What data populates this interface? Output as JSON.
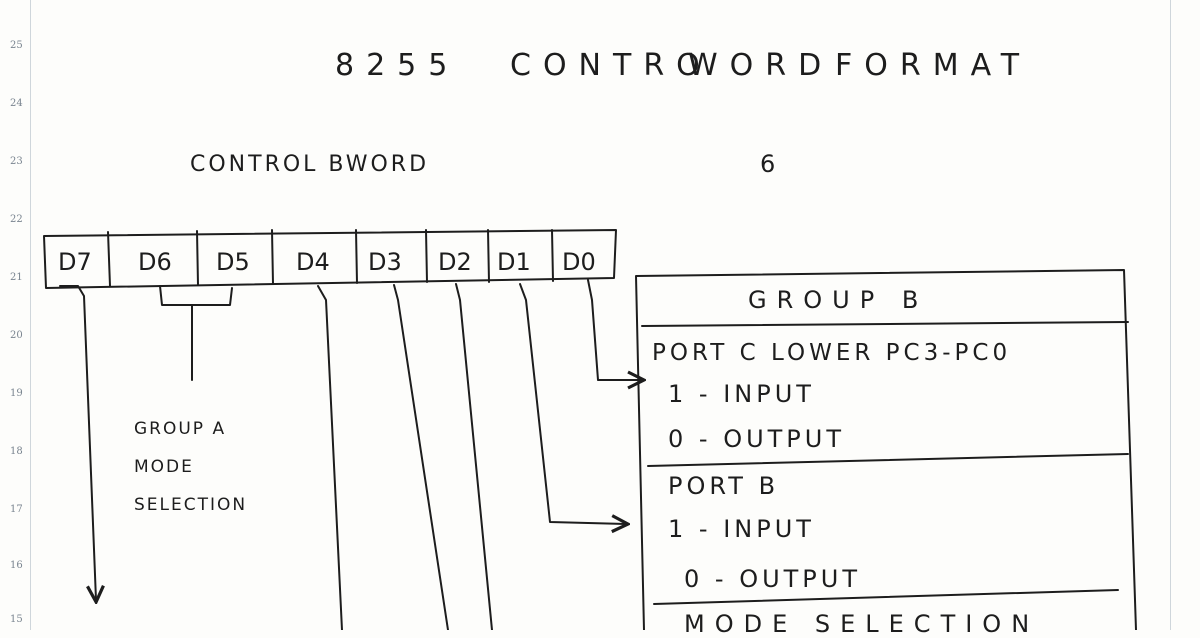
{
  "line_numbers": [
    "25",
    "24",
    "23",
    "22",
    "21",
    "20",
    "19",
    "18",
    "17",
    "16",
    "15"
  ],
  "heading": {
    "num": "8255",
    "w1": "CONTRO",
    "w2": "WORD",
    "w3": "FORMAT"
  },
  "control_word_label": "CONTROL BWORD",
  "page_mark": "6",
  "bits": [
    "D7",
    "D6",
    "D5",
    "D4",
    "D3",
    "D2",
    "D1",
    "D0"
  ],
  "group_a": {
    "line1": "GROUP A",
    "line2": "MODE",
    "line3": "SELECTION"
  },
  "group_b_box": {
    "title": "GROUP B",
    "port_c_lower": {
      "heading": "PORT C LOWER PC3-PC0",
      "opt1": "1 - INPUT",
      "opt0": "0 - OUTPUT"
    },
    "port_b": {
      "heading": "PORT B",
      "opt1": "1 - INPUT",
      "opt0": "0 - OUTPUT"
    },
    "mode_selection": "MODE SELECTION"
  }
}
